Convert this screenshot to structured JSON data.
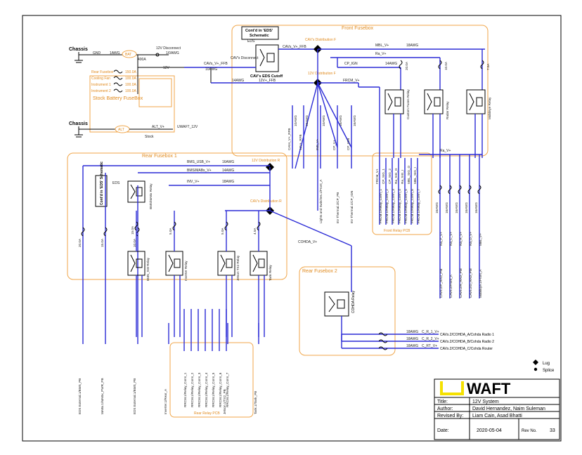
{
  "regions": {
    "front_fusebox": "Front Fusebox",
    "rear_fusebox_1": "Rear Fusebox 1",
    "rear_fusebox_2": "Rear Fusebox 2",
    "front_relay_pcb": "Front Relay PCB",
    "rear_relay_pcb": "Rear Relay PCB",
    "stock_battery_fusebox": "Stock Battery FuseBox"
  },
  "labels": {
    "chassis_top": "Chassis",
    "chassis_bottom": "Chassis",
    "gnd": "GND",
    "gnd_gauge": "1AWG",
    "bat": "BAT",
    "alt": "ALT",
    "disconnect": "12V Disconnect",
    "disconnect_gauge": "1/0AWG",
    "main_fuse": "400A",
    "v12": "12V",
    "alt_feed": "ALT_V+",
    "stock": "Stock",
    "uwaft_12v": "UWAFT_12V",
    "eds_ref_1": "Cont'd in 'EDS'",
    "eds_ref_2": "Schematic",
    "eds_ref_rear": "Cont'd in 'EDS' Schematic",
    "eds": "EDS",
    "eds_cutoff": "CAV's EDS Cutoff",
    "cav_disconnect": "CAV's Disconnect",
    "cav_v_ffb": "CAVs_V+_FFB",
    "cav_v_ffb_feed": "CAVs_V+_FFB",
    "v12_ffb": "12V+_FFB",
    "gauge_10": "10AWG",
    "gauge_14": "14AWG",
    "gauge_16": "16AWG",
    "gauge_18": "18AWG",
    "cav_dist_f": "CAV's Distribution F",
    "v12_dist_f": "12V Distribution F",
    "v12_dist_r": "12V Distribution R",
    "cav_dist_r": "CAV's Distribution R",
    "mbl_v": "MBL_V+",
    "ra_v": "Ra_V+",
    "cp_ign": "CP_IGN",
    "frcm_v": "FRCM_V+",
    "bms_usb": "BMS_USB_V+",
    "bms_mabx": "BMS/MABx_V+",
    "inv_v": "INV_V+",
    "cohda_v": "COHDA_V+",
    "cohda_relay": "COHDA Relay"
  },
  "stock_fuses": [
    {
      "name": "Rear Fusebox",
      "rating": "150.0A"
    },
    {
      "name": "Cooling Fan",
      "rating": "100.0A"
    },
    {
      "name": "Instrument 1",
      "rating": "100.0A"
    },
    {
      "name": "Instrument 2",
      "rating": "100.0A"
    }
  ],
  "front_relays": [
    {
      "label": "Custom Fuses Relay",
      "fuse": "20.0A"
    },
    {
      "label": "Radar Relay",
      "fuse": "10.0A"
    },
    {
      "label": "Mobileye Relay",
      "fuse": "7.5A"
    }
  ],
  "front_vertical_wires": [
    {
      "label": "CAVs_V+_RFB",
      "gauge": "10AWG"
    },
    {
      "label": "12V+_RFB",
      "gauge": "10AWG"
    },
    {
      "label": "IND_V+",
      "gauge": "10AWG"
    },
    {
      "label": "CP_V+",
      "gauge": "16AWG"
    },
    {
      "label": "CP_IGN",
      "gauge": "16AWG"
    }
  ],
  "front_pcb_outputs": [
    "FRCM_V+",
    "CP_SIG_1",
    "CP_SIG_2",
    "Ra_SIG_O",
    "Ra_SIG_I",
    "MBL_SIG_O",
    "MBL_SIG_I"
  ],
  "front_bottom_labels": [
    "Lights and Switches.1/Front_A",
    "EV Thermal.2/CP_PB",
    "EV Thermal.1/CP_IGN"
  ],
  "right_outputs": [
    {
      "name": "Ra_P_V+",
      "dest": "CAVs.2/P_RAD_PM"
    },
    {
      "name": "Ra_C_V+",
      "dest": "CAVs.2/Front_A"
    },
    {
      "name": "Ra_R_V+",
      "dest": "CAVs.2/R_RAD_PM"
    },
    {
      "name": "Ra_D_V+",
      "dest": "CAVs.2/D_RAD_PM"
    },
    {
      "name": "MBL_V+",
      "dest": "MobilEye.1/Front_A"
    }
  ],
  "rear_relays": [
    {
      "label": "BMS/MABx Relay",
      "fuse": "10.0A"
    },
    {
      "label": "BMS_SW Relay",
      "fuse": "15.0A"
    },
    {
      "label": "Inverter Relay",
      "fuse": "5.0A"
    },
    {
      "label": "Jetson TX2 Relay",
      "fuse": "5.0A"
    },
    {
      "label": "Tank Relay",
      "fuse": "4.5A"
    }
  ],
  "rear_fuses": [
    "20.0A",
    "15.0A",
    "10.0A"
  ],
  "rear_outputs": [
    "EDS External.1/BMS_PB",
    "MABx.1/MABx_PWR_PB",
    "EDS External.1/BMS_PB",
    "Inverter.1/Rear_A",
    "Jetson.1/TX2_PB",
    "Tank.1/Tank_PB"
  ],
  "rear_pcb_outputs": [
    "RRCM.1/Relay_Conn_1",
    "RRCM.1/Relay_Conn_2",
    "RRCM.1/Relay_Conn_3",
    "RRCM.1/Relay_Conn_4",
    "RRCM.1/Relay_Conn_5",
    "RRCM.1/Relay_Conn_6",
    "RRCM.1/Relay_Conn_7"
  ],
  "cohda_outputs": [
    {
      "wire": "C_R_1_V+",
      "gauge": "18AWG",
      "dest": "CAVs.2/COHDA_A/Cohda Radio 1"
    },
    {
      "wire": "C_R_2_V+",
      "gauge": "18AWG",
      "dest": "CAVs.2/COHDA_B/Cohda Radio 2"
    },
    {
      "wire": "C_RT_V+",
      "gauge": "18AWG",
      "dest": "CAVs.2/COHDA_C/Cohda Router"
    }
  ],
  "legend": {
    "lug": "Lug",
    "splice": "Splice"
  },
  "title_block": {
    "logo_rest": "WAFT",
    "title_key": "Title:",
    "title_value": "12V System",
    "author_key": "Author:",
    "author_value": "David Hernandez, Naim Suleman",
    "revised_key": "Revised By:",
    "revised_value": "Liam Cain, Asad Bhatti",
    "date_key": "Date:",
    "date_value": "2020-05-04",
    "rev_key": "Rev No.",
    "rev_value": "33"
  },
  "colors": {
    "wire": "#2b2bd6",
    "region_border": "#f0a64a",
    "logo_yellow": "#f5e100"
  }
}
